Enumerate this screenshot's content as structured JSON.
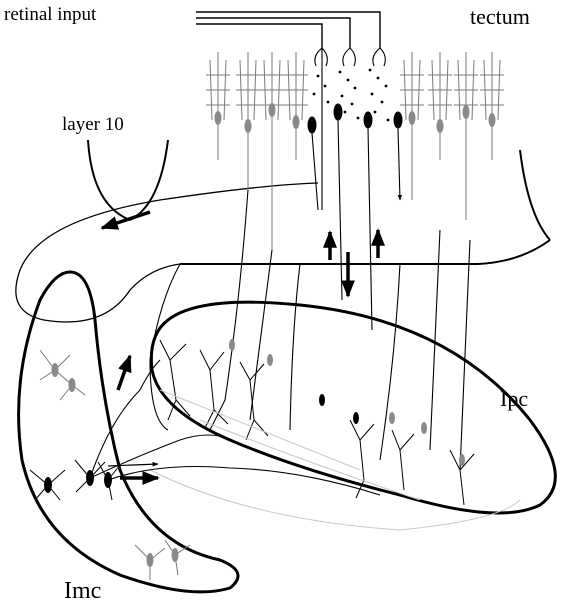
{
  "labels": {
    "retinal_input": "retinal input",
    "tectum": "tectum",
    "layer_10": "layer 10",
    "ipc": "Ipc",
    "imc": "Imc"
  },
  "colors": {
    "ink": "#000000",
    "grey_neuron": "#8a8a8a",
    "light_grey": "#c8c8c8"
  }
}
